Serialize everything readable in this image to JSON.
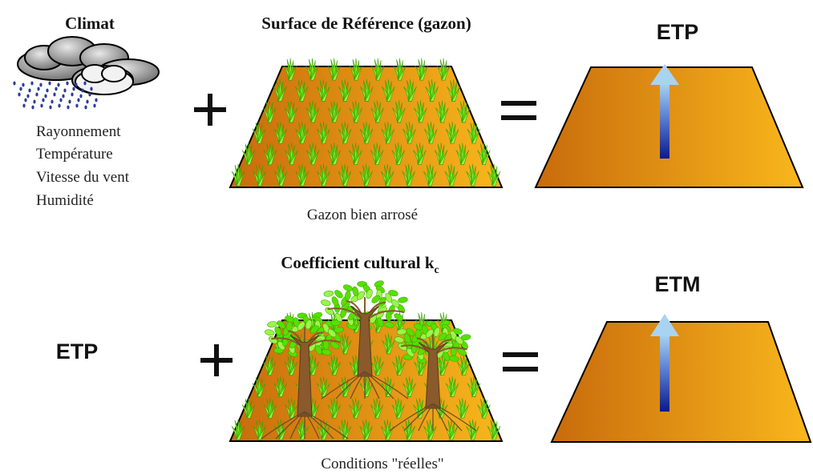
{
  "row1": {
    "climate": {
      "title": "Climat",
      "factors": [
        "Rayonnement",
        "Température",
        "Vitesse du vent",
        "Humidité"
      ]
    },
    "reference_surface": {
      "title": "Surface de Référence (gazon)",
      "caption": "Gazon bien arrosé"
    },
    "plus": "+",
    "equals": "=",
    "result_label": "ETP"
  },
  "row2": {
    "input_label": "ETP",
    "crop_coefficient": {
      "title": "Coefficient cultural k",
      "subscript": "c",
      "caption": "Conditions \"réelles\""
    },
    "plus": "+",
    "equals": "=",
    "result_label": "ETM"
  },
  "colors": {
    "soil_dark": "#c86b0c",
    "soil_light": "#f9b71c",
    "grass": "#57e000",
    "grass_light": "#9bf54a",
    "tree_trunk": "#8a5a2c",
    "arrow_top": "#a8d4f2",
    "arrow_bottom": "#0a1a8a",
    "cloud": "#8a8a8a",
    "rain": "#2a3c9c"
  },
  "icons": [
    "cloud-rain-icon",
    "grass-icon",
    "tree-icon",
    "vapor-arrow-icon"
  ]
}
